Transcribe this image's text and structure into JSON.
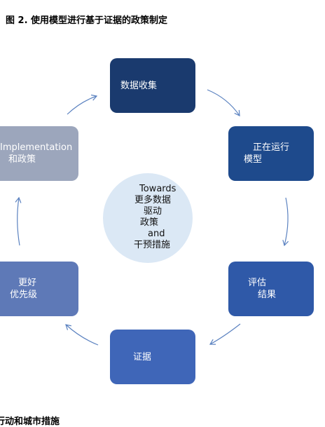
{
  "figure_title": "图 2. 使用模型进行基于证据的政策制定",
  "cycle_nodes": {
    "data_collection": "数据收集",
    "running_model_line1": "正在运行",
    "running_model_line2": "模型",
    "evaluate_line1": "评估",
    "evaluate_line2": "结果",
    "evidence": "证据",
    "priority_line1": "更好",
    "priority_line2": "优先级",
    "implementation_line1": "Implementation",
    "implementation_line2": "和政策"
  },
  "center": {
    "line1": "Towards",
    "line2": "更多数据",
    "line3": "驱动",
    "line4": "政策",
    "line5": "and",
    "line6": "干预措施"
  },
  "section_heading": "行动和城市措施",
  "colors": {
    "node_1": "#1a3a6e",
    "node_2": "#1e4a8c",
    "node_3": "#2f59a8",
    "node_4": "#3f66b8",
    "node_5": "#5e79b7",
    "node_6": "#9ca6bc",
    "center": "#dbe8f5",
    "arrow": "#5b82c0"
  }
}
